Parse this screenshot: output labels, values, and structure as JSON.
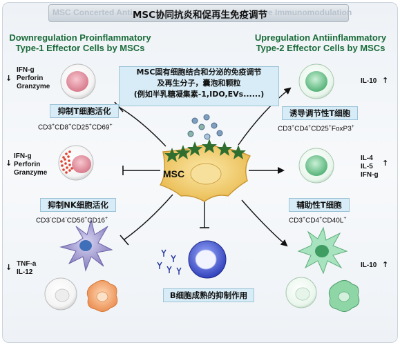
{
  "title": {
    "ghost_left": "MSC Concerted Anti",
    "ghost_right": "ive Immunomodulation",
    "main": "MSC协同抗炎和促再生免疫调节"
  },
  "left_header": [
    "Downregulation Proinflammatory",
    "Type-1 Effector Cells by MSCs"
  ],
  "right_header": [
    "Upregulation Antiinflammatory",
    "Type-2 Effector Cells by MSCs"
  ],
  "center_box": [
    "MSC固有细胞结合和分泌的免疫调节",
    "及再生分子，囊泡和颗粒",
    "(例如半乳糖凝集素-1,IDO,EVs......)"
  ],
  "msc_label": "MSC",
  "left": {
    "t_cell": {
      "markers": [
        "IFN-g",
        "Perforin",
        "Granzyme"
      ],
      "arrow": "↓",
      "box": "抑制T细胞活化",
      "phenotype": [
        "CD3",
        "+",
        "CD8",
        "+",
        "CD25",
        "+",
        "CD69",
        "+"
      ]
    },
    "nk_cell": {
      "markers": [
        "IFN-g",
        "Perforin",
        "Granzyme"
      ],
      "arrow": "↓",
      "box": "抑制NK细胞活化",
      "phenotype": [
        "CD3",
        "-",
        "CD4",
        "-",
        "CD56",
        "+",
        "CD16",
        "+"
      ]
    },
    "dc": {
      "markers": [
        "TNF-a",
        "IL-12"
      ],
      "arrow": "↓"
    }
  },
  "b_cell": {
    "box": "B细胞成熟的抑制作用"
  },
  "right": {
    "treg": {
      "markers": [
        "IL-10"
      ],
      "arrow": "↑",
      "box": "诱导调节性T细胞",
      "phenotype": [
        "CD3",
        "+",
        "CD4",
        "+",
        "CD25",
        "+",
        "FoxP3",
        "+"
      ]
    },
    "th": {
      "markers": [
        "IL-4",
        "IL-5",
        "IFN-g"
      ],
      "arrow": "↑",
      "box": "辅助性T细胞",
      "phenotype": [
        "CD3",
        "+",
        "CD4",
        "+",
        "CD40L",
        "+"
      ]
    },
    "macro": {
      "markers": [
        "IL-10"
      ],
      "arrow": "↑"
    }
  },
  "colors": {
    "header_green": "#1a6b3a",
    "box_fill": "#d7ecf6",
    "msc_fill": "#f2d27a",
    "star_green": "#2f6e2f",
    "treg_green": "#7fcf9a",
    "b_cell_blue": "#4b5fd0",
    "dc_purple": "#8f88c4",
    "macrophage_orange": "#f0a36a"
  }
}
